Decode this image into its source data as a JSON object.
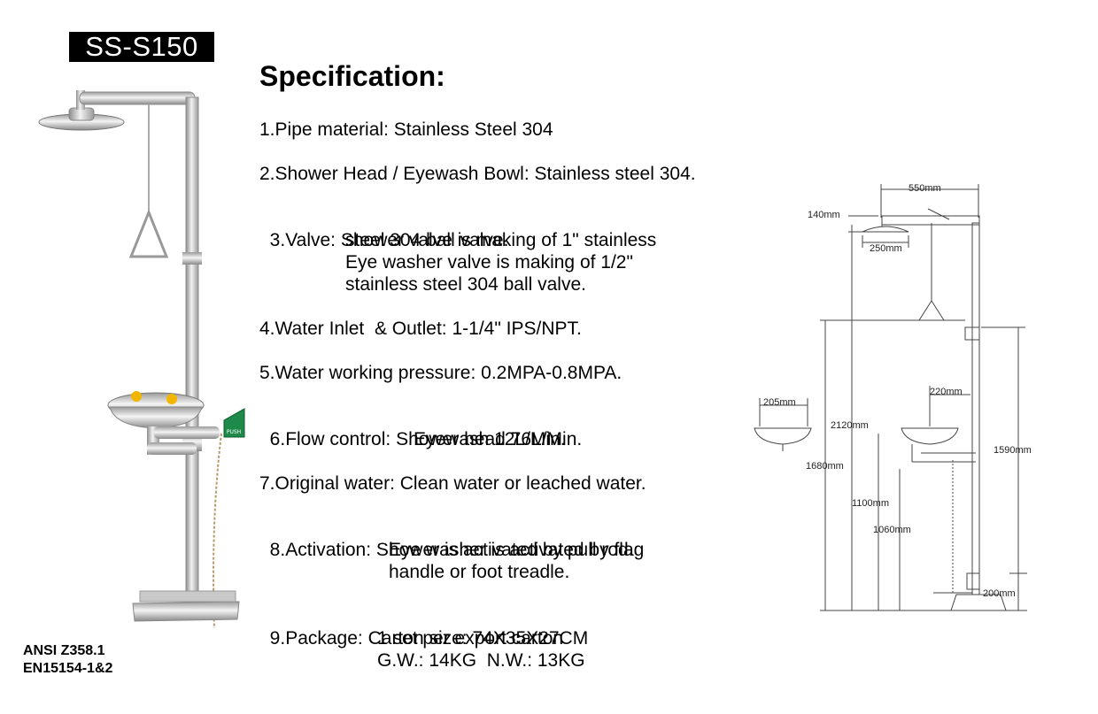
{
  "model": "SS-S150",
  "standards": [
    "ANSI Z358.1",
    "EN15154-1&2"
  ],
  "title": "Specification:",
  "specs": [
    {
      "n": "1.",
      "label": "Pipe material:",
      "lines": [
        "Stainless Steel 304"
      ]
    },
    {
      "n": "2.",
      "label": "Shower Head / Eyewash Bowl:",
      "lines": [
        "Stainless steel 304."
      ]
    },
    {
      "n": "3.",
      "label": "Valve:",
      "lines": [
        "Shower valve is making of 1\" stainless",
        "steel 304 ball valve.",
        "Eye washer valve is making of 1/2\"",
        "stainless steel 304 ball valve."
      ]
    },
    {
      "n": "4.",
      "label": "Water Inlet  & Outlet:",
      "lines": [
        "1-1/4\" IPS/NPT."
      ]
    },
    {
      "n": "5.",
      "label": "Water working pressure:",
      "lines": [
        "0.2MPA-0.8MPA."
      ]
    },
    {
      "n": "6.",
      "label": "Flow control:",
      "lines": [
        "Shower head 76L/Min.",
        "Eyewash 12L/Min."
      ]
    },
    {
      "n": "7.",
      "label": "Original water:",
      "lines": [
        "Clean water or leached water."
      ]
    },
    {
      "n": "8.",
      "label": "Activation:",
      "lines": [
        "Shower is activated by pull rod.",
        "Eye washer is activated by flag",
        "handle or foot treadle."
      ]
    },
    {
      "n": "9.",
      "label": "Package:",
      "lines": [
        "Carton size: 74X35X27CM",
        "1 set per export carton",
        "G.W.: 14KG  N.W.: 13KG"
      ]
    }
  ],
  "push_label": "PUSH",
  "dimensions": {
    "d550": "550mm",
    "d140": "140mm",
    "d250": "250mm",
    "d220": "220mm",
    "d205": "205mm",
    "d2120": "2120mm",
    "d1680": "1680mm",
    "d1590": "1590mm",
    "d1100": "1100mm",
    "d1060": "1060mm",
    "d200": "200mm"
  }
}
